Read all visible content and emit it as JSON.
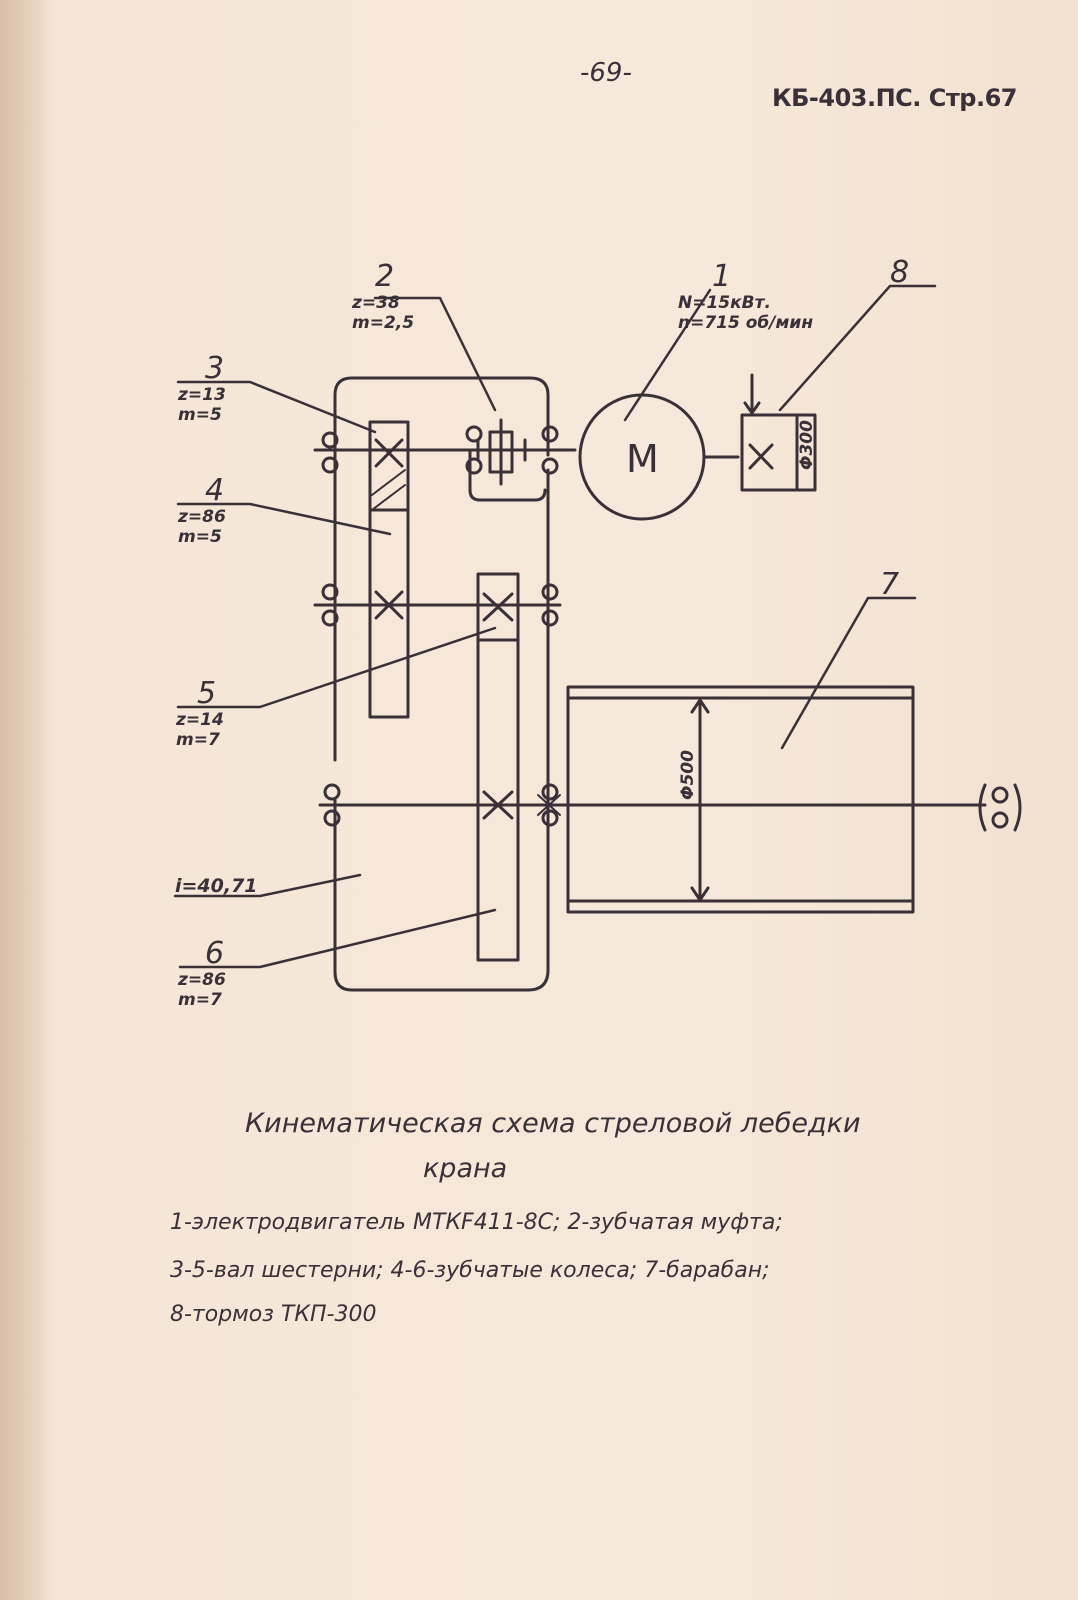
{
  "header": {
    "page_number": "-69-",
    "doc_ref": "КБ-403.ПС. Стр.67"
  },
  "diagram": {
    "components": [
      {
        "num": "1",
        "params": [
          "N=15кВт.",
          "n=715 об/мин"
        ]
      },
      {
        "num": "2",
        "params": [
          "z=38",
          "m=2,5"
        ]
      },
      {
        "num": "3",
        "params": [
          "z=13",
          "m=5"
        ]
      },
      {
        "num": "4",
        "params": [
          "z=86",
          "m=5"
        ]
      },
      {
        "num": "5",
        "params": [
          "z=14",
          "m=7"
        ]
      },
      {
        "num": "6",
        "params": [
          "z=86",
          "m=7"
        ]
      },
      {
        "num": "7",
        "params": []
      },
      {
        "num": "8",
        "params": []
      }
    ],
    "ratio": "i=40,71",
    "motor_symbol": "M",
    "brake_diameter": "Φ300",
    "drum_diameter": "Φ500"
  },
  "caption": {
    "title_line1": "Кинематическая схема стреловой лебедки",
    "title_line2": "крана",
    "legend_line1": "1-электродвигатель МТКF411-8С; 2-зубчатая муфта;",
    "legend_line2": "3-5-вал шестерни; 4-6-зубчатые колеса; 7-барабан;",
    "legend_line3": "8-тормоз ТКП-300"
  },
  "colors": {
    "paper": "#f3e2d2",
    "ink": "#3a3138"
  }
}
